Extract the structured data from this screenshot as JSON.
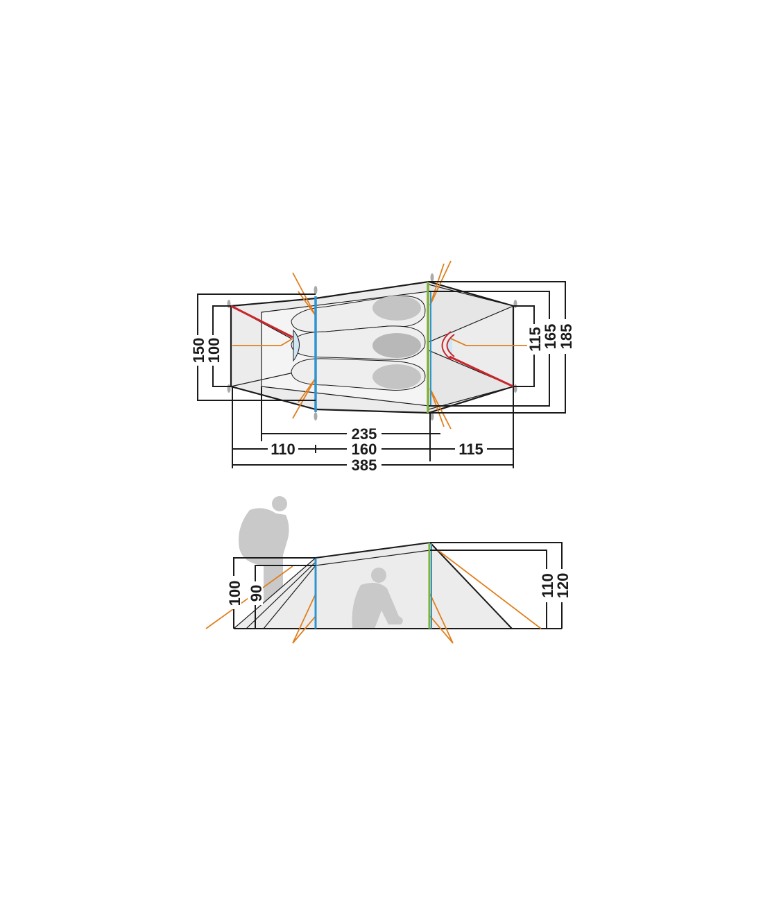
{
  "top_view": {
    "width_labels": {
      "outer_left": "150",
      "inner_left": "100",
      "inner_right": "115",
      "mid_right": "165",
      "outer_right": "185"
    },
    "length_labels": {
      "inner": "235",
      "front_vestibule": "110",
      "cabin": "160",
      "rear_vestibule": "115",
      "total": "385"
    }
  },
  "side_view": {
    "height_labels": {
      "front_outer": "100",
      "front_inner": "90",
      "rear_inner": "110",
      "rear_outer": "120"
    }
  },
  "colors": {
    "front_pole": "#2f93cf",
    "rear_pole": "#7fb23a",
    "guy_lines": "#e07f1e",
    "brace": "#c8262b",
    "fabric": "#ececec",
    "silhouette": "#c9c9c9",
    "window": "#cfe6f5"
  }
}
